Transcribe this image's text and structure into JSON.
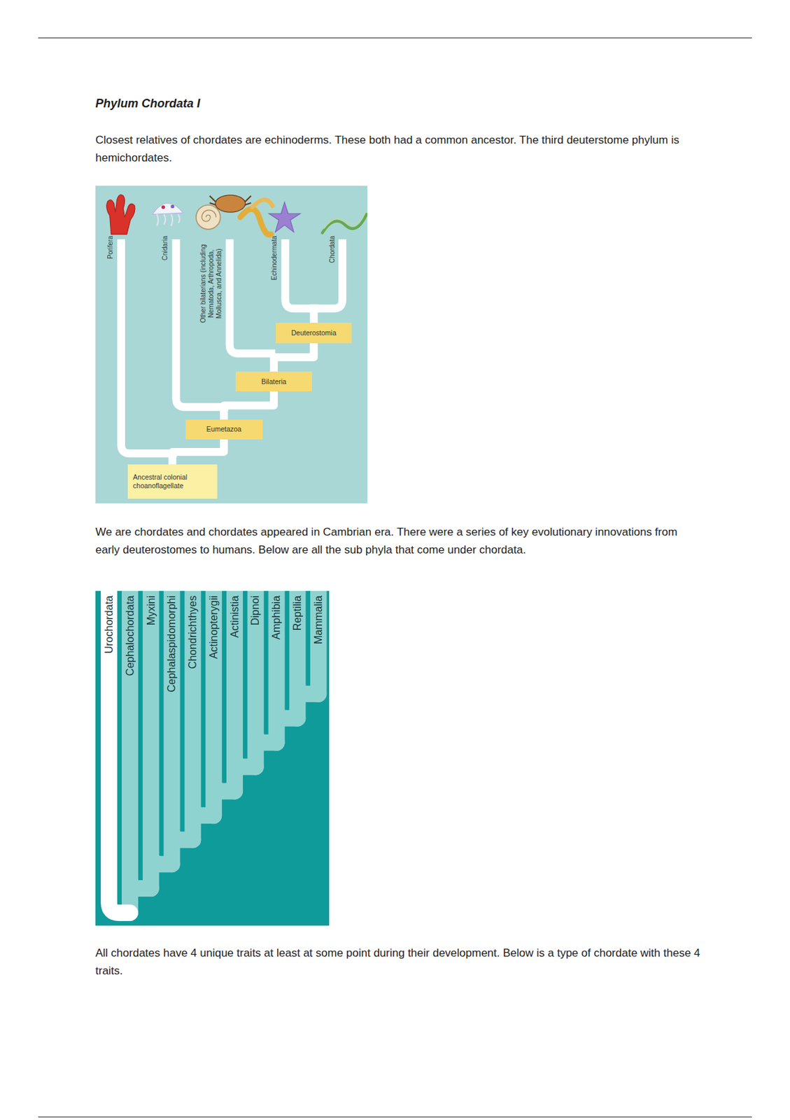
{
  "diagram": {
    "title": "Phylum Chordata I",
    "nodes": [
      {
        "text": [
          "Deuterostomia"
        ]
      },
      {
        "text": [
          "Bilateria"
        ]
      },
      {
        "text": [
          "Eumetazoa"
        ]
      },
      {
        "text": [
          "Ancestral colonial choanoflagellate"
        ]
      }
    ],
    "edges": [
      {
        "from": 3,
        "to": 2,
        "arrow": "none"
      },
      {
        "from": 2,
        "to": 1,
        "arrow": "none"
      },
      {
        "from": 1,
        "to": 0,
        "arrow": "none"
      }
    ],
    "labels": [
      "Closest relatives of chordates are echinoderms. These both had a common ancestor. The third deuterstome phylum is hemichordates.",
      "We are chordates and chordates appeared in Cambrian era. There were a series of key evolutionary innovations from early deuterostomes to humans. Below are all the sub phyla that come under chordata.",
      "All chordates have 4 unique traits at least at some point during their development. Below is a type of chordate with these 4 traits.",
      "Porifera",
      "Cnidaria",
      "Other bilaterians (including Nematoda, Arthropoda, Mollusca, and Annelida)",
      "Echinodermata",
      "Chordata",
      "Urochordata",
      "Cephalochordata",
      "Myxini",
      "Cephalaspidomorphi",
      "Chondrichthyes",
      "Actinopterygii",
      "Actinistia",
      "Dipnoi",
      "Amphibia",
      "Reptilia",
      "Mammalia"
    ]
  }
}
